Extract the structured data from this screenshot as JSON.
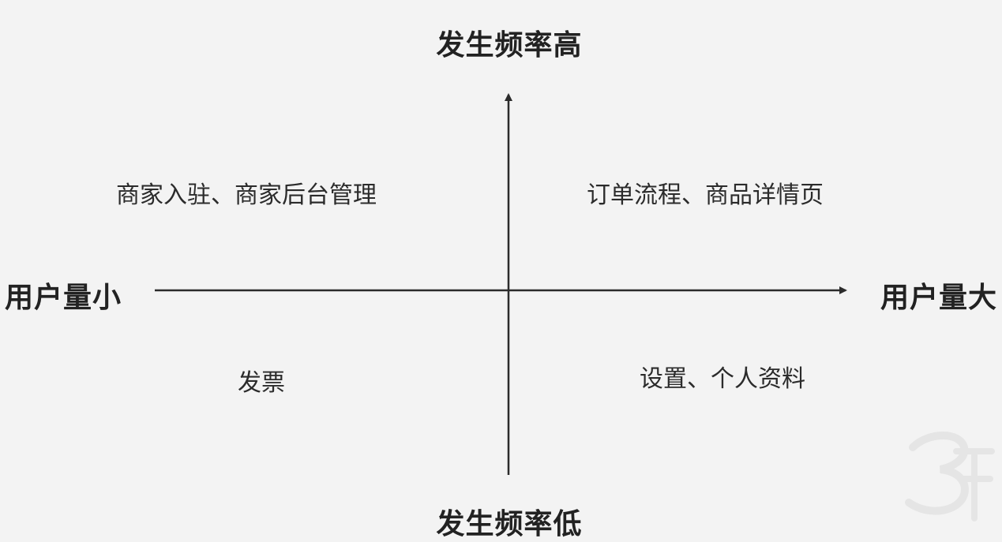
{
  "axes": {
    "y_top": "发生频率高",
    "y_bottom": "发生频率低",
    "x_left": "用户量小",
    "x_right": "用户量大"
  },
  "quadrants": {
    "top_left": "商家入驻、商家后台管理",
    "top_right": "订单流程、商品详情页",
    "bottom_left": "发票",
    "bottom_right": "设置、个人资料"
  },
  "colors": {
    "background": "#f3f3f3",
    "axis": "#2b2b2b",
    "text": "#2b2b2b"
  },
  "watermark": {
    "icon": "brand-logo-watermark"
  }
}
